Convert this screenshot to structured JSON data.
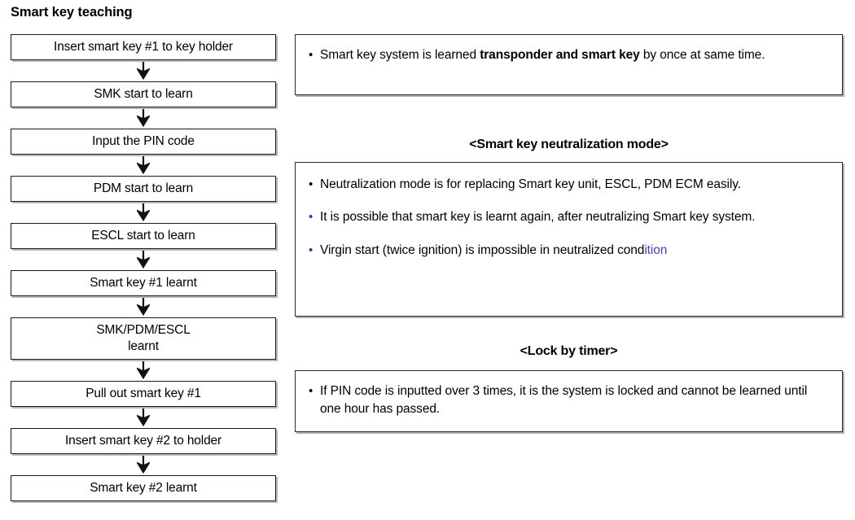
{
  "page": {
    "title": "Smart key teaching"
  },
  "flowchart": {
    "name": "smart-key-teaching-flow",
    "steps": [
      {
        "label": "Insert smart key #1 to key holder",
        "lines": [
          "Insert smart key #1 to key holder"
        ]
      },
      {
        "label": "SMK start to learn",
        "lines": [
          "SMK start to learn"
        ]
      },
      {
        "label": "Input the PIN code",
        "lines": [
          "Input the PIN code"
        ]
      },
      {
        "label": "PDM start to learn",
        "lines": [
          "PDM start to learn"
        ]
      },
      {
        "label": "ESCL start to learn",
        "lines": [
          "ESCL start to learn"
        ]
      },
      {
        "label": "Smart key #1 learnt",
        "lines": [
          "Smart key #1 learnt"
        ]
      },
      {
        "label": "SMK/PDM/ESCL learnt",
        "lines": [
          "SMK/PDM/ESCL",
          "learnt"
        ]
      },
      {
        "label": "Pull out smart key #1",
        "lines": [
          "Pull out smart key #1"
        ]
      },
      {
        "label": "Insert smart key #2 to holder",
        "lines": [
          "Insert smart key #2 to holder"
        ]
      },
      {
        "label": "Smart key #2 learnt",
        "lines": [
          "Smart key #2 learnt"
        ]
      }
    ],
    "arrow_icon": "arrow-down-icon"
  },
  "notes": {
    "top_box": {
      "bullets": [
        {
          "bullet_color": "black",
          "pre": "Smart key system is learned ",
          "bold": "transponder and smart key",
          "post": " by once at same  time."
        }
      ]
    },
    "neutralization": {
      "heading": "<Smart key neutralization mode>",
      "bullets": [
        {
          "bullet_color": "black",
          "text": "Neutralization mode is for replacing Smart key unit, ESCL, PDM ECM easily."
        },
        {
          "bullet_color": "purple",
          "text": "It is possible that smart key is learnt again, after neutralizing Smart key system."
        },
        {
          "bullet_color": "purple",
          "pre": "Virgin start (twice ignition) is impossible in neutralized cond",
          "tinted": "ition"
        }
      ]
    },
    "lock_by_timer": {
      "heading": "<Lock by timer>",
      "bullets": [
        {
          "bullet_color": "black",
          "text": "If PIN code is inputted over 3 times, it is the system is locked and cannot be learned until one hour has passed."
        }
      ]
    }
  },
  "colors": {
    "accent_purple": "#3b3194",
    "tint_purple": "#4a3fb0",
    "border": "#1a1a1a",
    "shadow": "#b8b8b8",
    "background": "#ffffff"
  }
}
